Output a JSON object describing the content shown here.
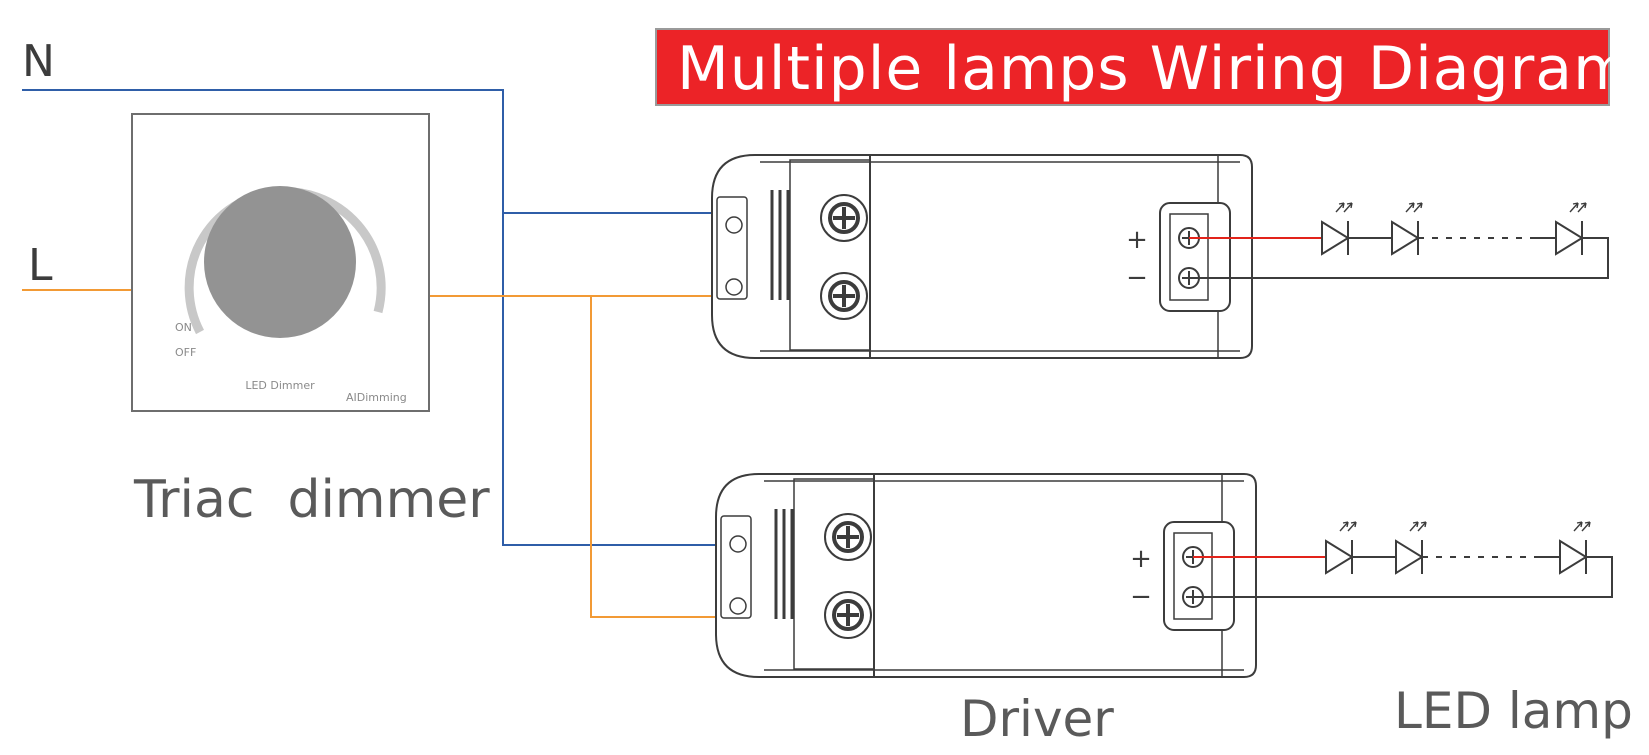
{
  "title": "Multiple lamps Wiring Diagram",
  "labels": {
    "neutral": "N",
    "live": "L",
    "dimmer": "Triac  dimmer",
    "driver": "Driver",
    "lamp": "LED lamp"
  },
  "dimmer_panel": {
    "on": "ON",
    "off": "OFF",
    "product": "LED Dimmer",
    "brand": "AIDimming"
  },
  "terminals": {
    "plus": "+",
    "minus": "−"
  },
  "colors": {
    "neutral_wire": "#2f5ea8",
    "live_wire": "#f29a35",
    "positive_wire": "#e2231a",
    "negative_wire": "#3c3c3c",
    "title_bg": "#ec2327",
    "outline": "#3c3c3c",
    "knob": "#939393",
    "label_text": "#5a5a5a"
  },
  "lamp": {
    "leds_per_string": 3,
    "strings": 2
  }
}
